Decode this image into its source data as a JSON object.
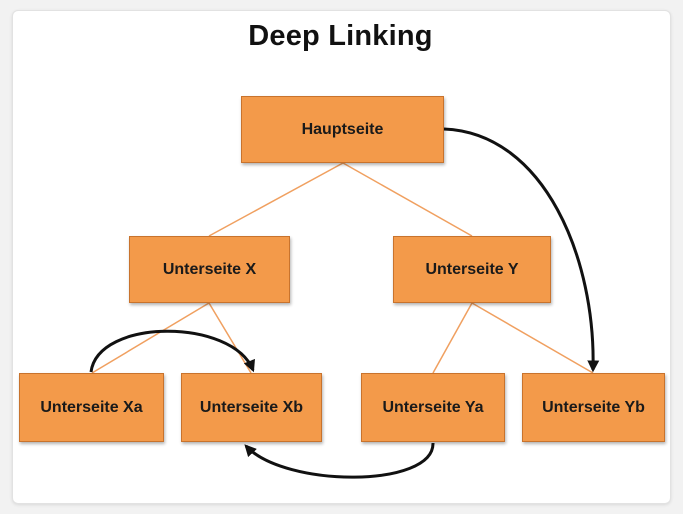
{
  "diagram": {
    "title": "Deep Linking",
    "colors": {
      "node_fill": "#f39a4a",
      "node_border": "#c8732d",
      "tree_line": "#f0a060",
      "link_arrow": "#111111"
    },
    "nodes": {
      "hauptseite": "Hauptseite",
      "unterseite_x": "Unterseite X",
      "unterseite_y": "Unterseite Y",
      "unterseite_xa": "Unterseite Xa",
      "unterseite_xb": "Unterseite Xb",
      "unterseite_ya": "Unterseite Ya",
      "unterseite_yb": "Unterseite Yb"
    },
    "tree_edges": [
      [
        "hauptseite",
        "unterseite_x"
      ],
      [
        "hauptseite",
        "unterseite_y"
      ],
      [
        "unterseite_x",
        "unterseite_xa"
      ],
      [
        "unterseite_x",
        "unterseite_xb"
      ],
      [
        "unterseite_y",
        "unterseite_ya"
      ],
      [
        "unterseite_y",
        "unterseite_yb"
      ]
    ],
    "deep_links": [
      [
        "hauptseite",
        "unterseite_yb"
      ],
      [
        "unterseite_xa",
        "unterseite_xb"
      ],
      [
        "unterseite_ya",
        "unterseite_xb"
      ]
    ]
  }
}
